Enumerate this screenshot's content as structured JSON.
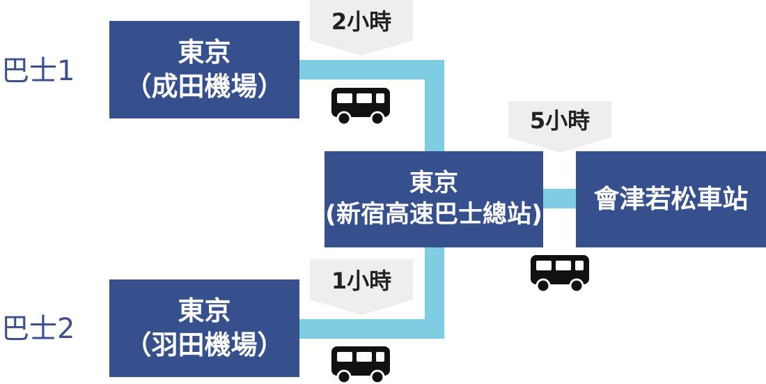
{
  "routes": {
    "bus1_label": "巴士1",
    "bus2_label": "巴士2"
  },
  "nodes": {
    "narita": {
      "line1": "東京",
      "line2": "（成田機場）"
    },
    "haneda": {
      "line1": "東京",
      "line2": "（羽田機場）"
    },
    "shinjuku": {
      "line1": "東京",
      "line2": "(新宿高速巴士總站)"
    },
    "aizu": {
      "line1": "會津若松車站"
    }
  },
  "durations": {
    "narita_to_shinjuku": "2小時",
    "haneda_to_shinjuku": "1小時",
    "shinjuku_to_aizu": "5小時"
  },
  "icons": {
    "bus": "bus-icon"
  },
  "colors": {
    "box_fill": "#36508e",
    "connector": "#7ecde2",
    "tag_fill": "#eeeeee",
    "label_text": "#3a4f8c"
  }
}
